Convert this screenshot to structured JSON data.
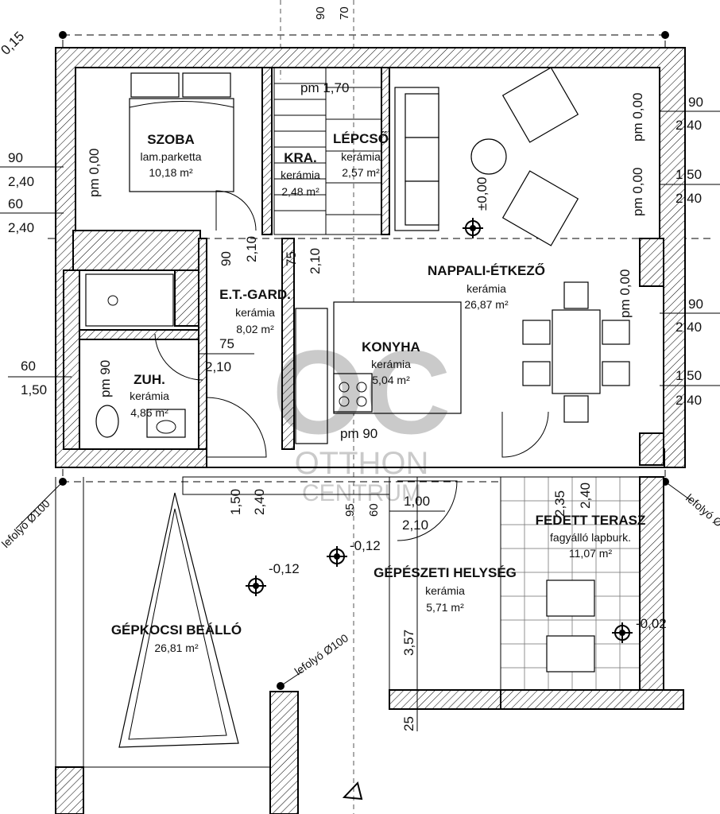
{
  "rooms": {
    "szoba": {
      "name": "SZOBA",
      "material": "lam.parketta",
      "area": "10,18 m²"
    },
    "kamra": {
      "name": "KRA.",
      "material": "kerámia",
      "area": "2,48 m²"
    },
    "lepcso": {
      "name": "LÉPCSŐ",
      "material": "kerámia",
      "area": "2,57 m²"
    },
    "nappali": {
      "name": "NAPPALI-ÉTKEZŐ",
      "material": "kerámia",
      "area": "26,87 m²"
    },
    "gard": {
      "name": "E.T.-GARD.",
      "material": "kerámia",
      "area": "8,02 m²"
    },
    "konyha": {
      "name": "KONYHA",
      "material": "kerámia",
      "area": "5,04 m²"
    },
    "zuh": {
      "name": "ZUH.",
      "material": "kerámia",
      "area": "4,86 m²"
    },
    "terasz": {
      "name": "FEDETT TERASZ",
      "material": "fagyálló lapburk.",
      "area": "11,07 m²"
    },
    "gepeszeti": {
      "name": "GÉPÉSZETI HELYSÉG",
      "material": "kerámia",
      "area": "5,71 m²"
    },
    "gepkocsi": {
      "name": "GÉPKOCSI BEÁLLÓ",
      "material": "",
      "area": "26,81 m²"
    }
  },
  "levels": {
    "stair_pm": "pm 1,70",
    "zero": "±0,00",
    "pm_left": "pm 0,00",
    "pm_right_top": "pm 0,00",
    "pm_right_mid": "pm 0,00",
    "pm_right_low": "pm 0,00",
    "pm_zuh": "pm 90",
    "pm_konyha": "pm 90",
    "minus012a": "-0,12",
    "minus012b": "-0,12",
    "minus002": "-0,02",
    "plus015": "0,15"
  },
  "dims": {
    "top_a": "90",
    "top_b": "70",
    "left_90": "90",
    "left_240": "2,40",
    "left_60": "60",
    "left_240b": "2,40",
    "zuh_60": "60",
    "zuh_150": "1,50",
    "right_90a": "90",
    "right_240a": "2,40",
    "right_150a": "1,50",
    "right_240b": "2,40",
    "right_90b": "90",
    "right_240c": "2,40",
    "right_150b": "1,50",
    "right_240d": "2,40",
    "kra_210": "2,10",
    "kra_90": "90",
    "kra_75": "75",
    "kra_210b": "2,10",
    "gard_75": "75",
    "gard_210": "2,10",
    "door_150": "1,50",
    "door_240": "2,40",
    "gep_95": "95",
    "gep_60": "60",
    "gep_100": "1,00",
    "gep_210": "2,10",
    "ter_235": "2,35",
    "ter_240": "2,40",
    "gep_357": "3,57",
    "gep_25": "25"
  },
  "drains": {
    "left": "lefolyó Ø100",
    "mid": "lefolyó Ø100",
    "right": "lefolyó Ø"
  },
  "watermark": {
    "logo": "OC",
    "line1": "OTTHON",
    "line2": "CENTRUM"
  }
}
